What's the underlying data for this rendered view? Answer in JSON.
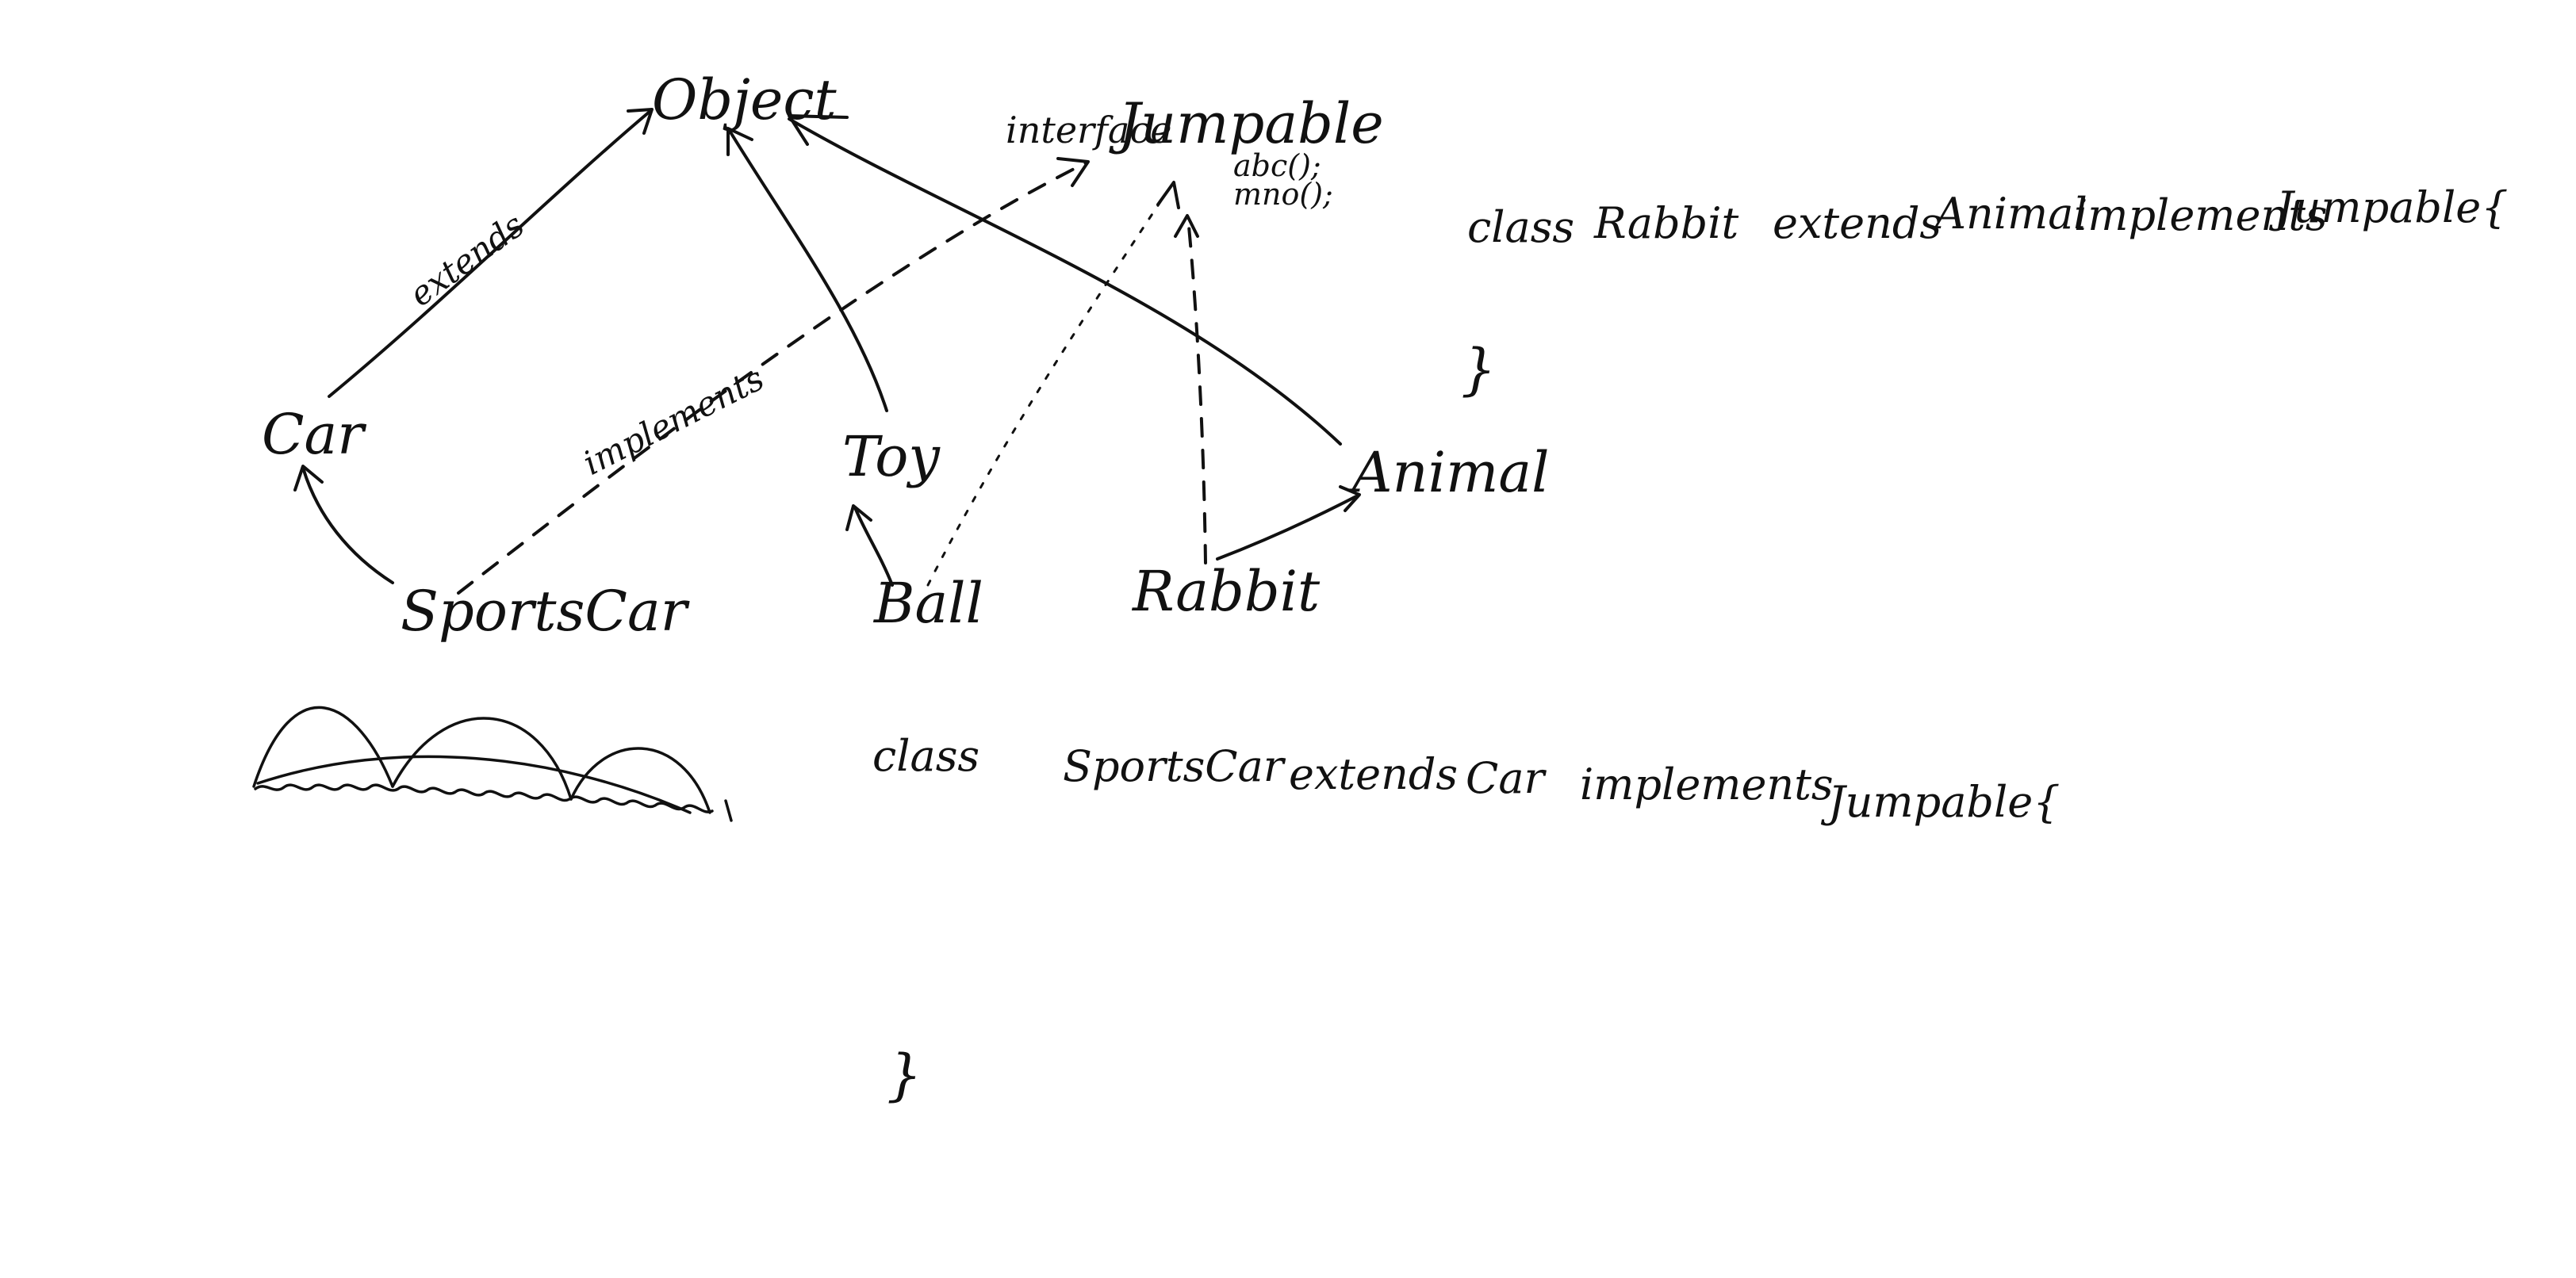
{
  "nodes": {
    "object": "Object",
    "interface_keyword": "interface",
    "jumpable": "Jumpable",
    "car": "Car",
    "toy": "Toy",
    "animal": "Animal",
    "sportscar": "SportsCar",
    "ball": "Ball",
    "rabbit": "Rabbit"
  },
  "interface_methods": [
    "abc();",
    "mno();"
  ],
  "edge_labels": {
    "extends": "extends",
    "implements": "implements"
  },
  "code": {
    "rabbit": {
      "tokens": [
        "class",
        "Rabbit",
        "extends",
        "Animal",
        "implements",
        "Jumpable{"
      ],
      "close": "}"
    },
    "sportscar": {
      "tokens": [
        "class",
        "SportsCar",
        "extends",
        "Car",
        "implements",
        "Jumpable{"
      ],
      "close": "}"
    }
  }
}
